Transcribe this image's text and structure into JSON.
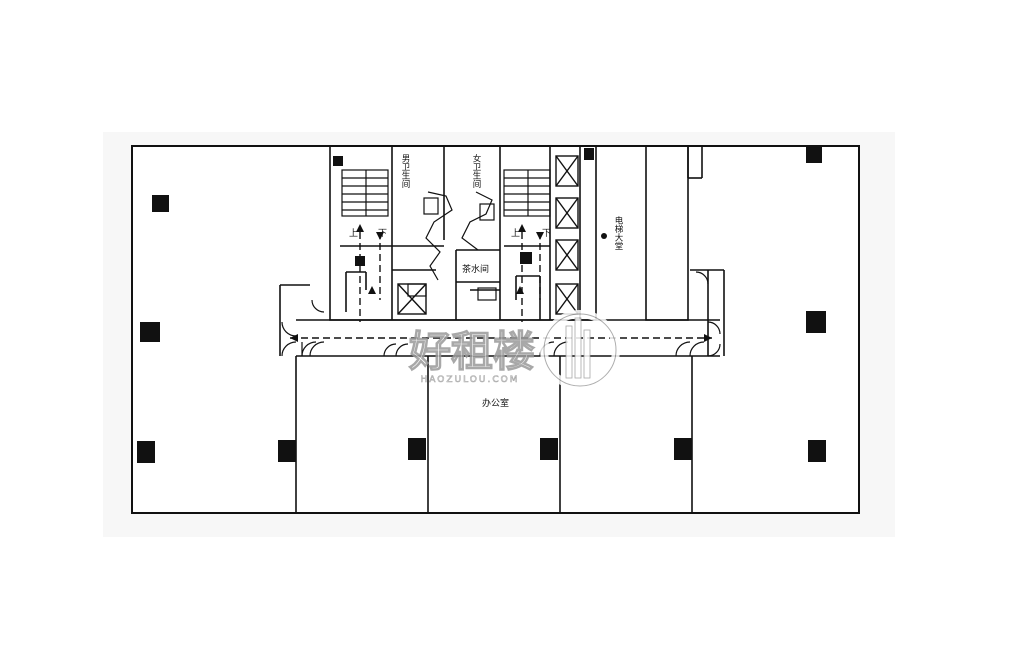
{
  "colors": {
    "page_background": "#ffffff",
    "sheet": "#f7f7f7",
    "ink": "#111111",
    "watermark": "#ffffff"
  },
  "rooms": {
    "male_restroom": "男卫生间",
    "female_restroom": "女卫生间",
    "pantry": "茶水间",
    "elevator_lobby": "电梯大堂",
    "office": "办公室"
  },
  "stairs": {
    "up_left": "上",
    "down_left": "下",
    "up_right": "上",
    "down_right": "下"
  },
  "watermark": {
    "logo_text": "好租楼",
    "url_text": "HAOZULOU.COM"
  },
  "icons": {
    "column": "filled-square",
    "elevator": "crossed-box",
    "door": "door-swing-arc",
    "arrow": "direction-arrow"
  }
}
